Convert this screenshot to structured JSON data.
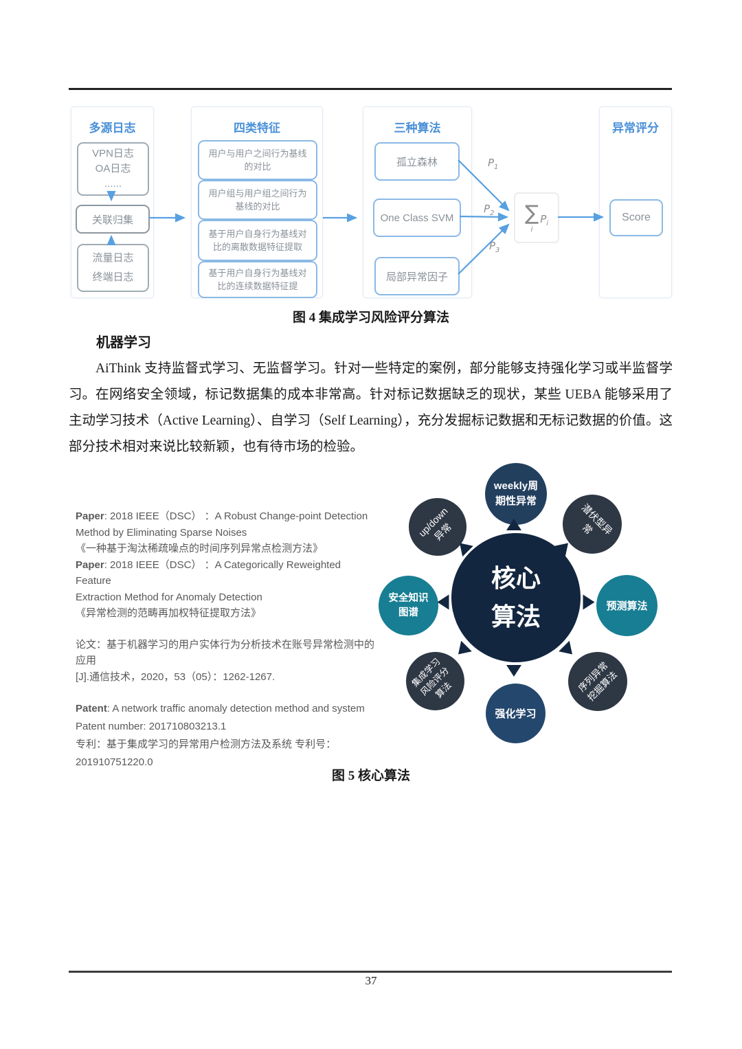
{
  "page": {
    "number": "37"
  },
  "colors": {
    "flow_header_blue": "#4a90d8",
    "flow_box_border_blue": "#8ab9e6",
    "flow_box_border_gray": "#9fabb4",
    "flow_arrow_blue": "#58a0e0",
    "flow_text_gray": "#8a9199",
    "hub_center_navy": "#13263f",
    "hub_navy": "#223f5e",
    "hub_slate": "#2e3744",
    "hub_teal": "#187e93",
    "hub_blue": "#24476d"
  },
  "figure4": {
    "caption": "图 4 集成学习风险评分算法",
    "panels": {
      "logs": {
        "title": "多源日志",
        "box_vpn": "VPN日志\nOA日志\n......",
        "box_assoc": "关联归集",
        "box_traffic": "流量日志\n终端日志"
      },
      "features": {
        "title": "四类特征",
        "boxes": [
          "用户与用户之间行为基线\n的对比",
          "用户组与用户组之间行为\n基线的对比",
          "基于用户自身行为基线对\n比的离散数据特征提取",
          "基于用户自身行为基线对\n比的连续数据特征提"
        ]
      },
      "algorithms": {
        "title": "三种算法",
        "boxes": [
          "孤立森林",
          "One Class SVM",
          "局部异常因子"
        ]
      },
      "scoring": {
        "title": "异常评分",
        "score_label": "Score"
      }
    },
    "sum": {
      "sigma": "∑",
      "sub": "i",
      "term": "P",
      "term_sub": "i"
    },
    "p_labels": [
      {
        "base": "P",
        "sub": "1"
      },
      {
        "base": "P",
        "sub": "2"
      },
      {
        "base": "P",
        "sub": "3"
      }
    ]
  },
  "section": {
    "heading": "机器学习",
    "para1": "AiThink 支持监督式学习、无监督学习。针对一些特定的案例，部分能够支持强化学习或半监督学习。",
    "para2": "在网络安全领域，标记数据集的成本非常高。针对标记数据缺乏的现状，某些 UEBA 能够采用了主动学习技术（Active Learning）、自学习（Self Learning），充分发掘标记数据和无标记数据的价值。这部分技术相对来说比较新颖，也有待市场的检验。"
  },
  "figure5": {
    "caption": "图 5 核心算法",
    "refs": {
      "g1": [
        {
          "b": "Paper",
          "t": ": 2018 IEEE（DSC） ：A Robust Change-point Detection"
        },
        {
          "b": "",
          "t": "Method by Eliminating Sparse Noises"
        },
        {
          "b": "",
          "t": "《一种基于淘汰稀疏噪点的时间序列异常点检测方法》"
        },
        {
          "b": "Paper",
          "t": ": 2018 IEEE（DSC） ：A Categorically Reweighted Feature"
        },
        {
          "b": "",
          "t": "Extraction Method for Anomaly Detection"
        },
        {
          "b": "",
          "t": "《异常检测的范畴再加权特征提取方法》"
        }
      ],
      "g2": [
        {
          "b": "",
          "t": "论文：基于机器学习的用户实体行为分析技术在账号异常检测中的应用"
        },
        {
          "b": "",
          "t": "[J].通信技术，2020，53（05）：1262-1267."
        }
      ],
      "g3": [
        {
          "b": "Patent",
          "t": ": A network traffic anomaly detection method and system"
        },
        {
          "b": "",
          "t": "Patent number: 201710803213.1"
        },
        {
          "b": "",
          "t": "专利：基于集成学习的异常用户检测方法及系统  专利号："
        },
        {
          "b": "",
          "t": "201910751220.0"
        }
      ]
    },
    "hub": {
      "center": "核心\n算法",
      "top": "weekly周\n期性异常",
      "top_left": "up/down\n异常",
      "top_right": "潜伏型异\n常",
      "left": "安全知识\n图谱",
      "right": "预测算法",
      "bottom_left": "集成学习\n风险评分\n算法",
      "bottom": "强化学习",
      "bottom_right": "序列异常\n挖掘算法"
    }
  }
}
